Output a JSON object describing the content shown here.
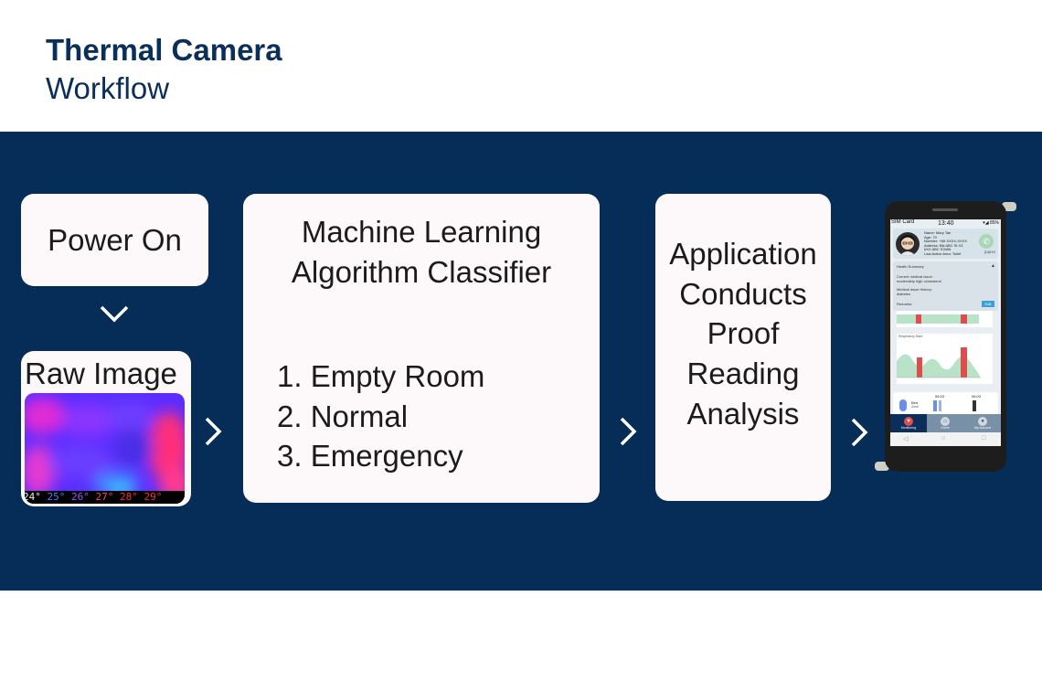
{
  "header": {
    "title_bold": "Thermal Camera",
    "title_light": "Workflow"
  },
  "steps": {
    "power_on": "Power On",
    "raw_image": "Raw Image",
    "temp_scale": [
      "24°",
      "25°",
      "26°",
      "27°",
      "28°",
      "29°"
    ],
    "classifier_title": [
      "Machine Learning",
      "Algorithm Classifier"
    ],
    "classes": [
      "1. Empty Room",
      "2. Normal",
      "3. Emergency"
    ],
    "application": [
      "Application",
      "Conducts",
      "Proof",
      "Reading",
      "Analysis"
    ]
  },
  "phone": {
    "status_left": "SIM Card",
    "status_time": "13:40",
    "status_right": "▾◢ 85%",
    "patient": [
      "Name: Mary Tan",
      "Age: 70",
      "Number: +65 XXXX-XXXX",
      "Address: Blk ABC St XZ",
      "#XX ABC S3456",
      "Last Active Area: Toilet"
    ],
    "call_label": "(D)DXX",
    "panel_title": "Health Summary",
    "panel_lines": [
      "Current medical issue:",
      "moderately high cholesterol",
      "",
      "Medical issue History:",
      "diabetes"
    ],
    "remarks": "Remarks:",
    "edit": "Edit",
    "chart_label": "Respiratory Rate",
    "bottom_label": "Bed",
    "bottom_sub": "Zone",
    "bottom_times": [
      "06:03",
      "06:03"
    ],
    "nav": [
      "Monitoring",
      "Home",
      "My Account"
    ],
    "sysnav": [
      "◁",
      "○",
      "□"
    ]
  },
  "colors": {
    "navy": "#062d58",
    "title": "#0b2f5b",
    "box": "#fdf9fa",
    "alert_red": "#e04b4b",
    "chart_green": "#b8e3c8",
    "temp_colors": [
      "#e8e8e8",
      "#4d7cff",
      "#a44dff",
      "#ff3b6a",
      "#ff2b2b",
      "#ff2b2b"
    ]
  }
}
